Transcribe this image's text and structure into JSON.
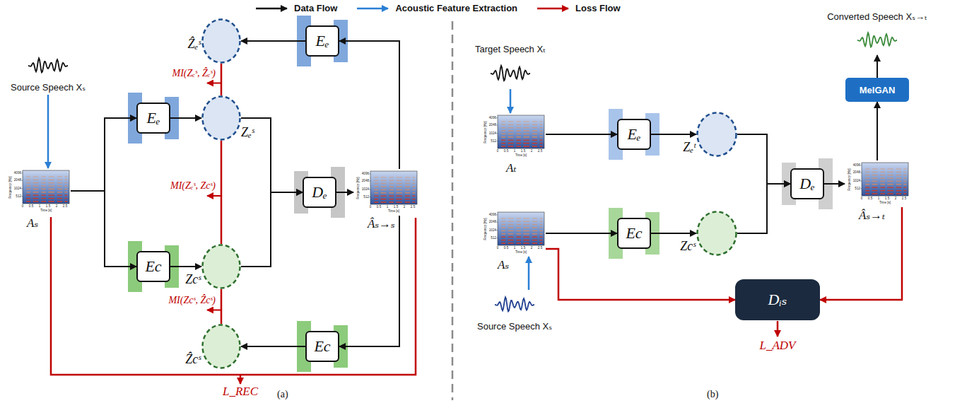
{
  "diagram": {
    "nodes": [
      {
        "text": [
          "Source Speech Xₛ"
        ]
      },
      {
        "text": [
          "Aₛ",
          "Frequency [Hz]",
          "Time [s]",
          "4096",
          "2048",
          "1024",
          "512",
          "0",
          "0.5",
          "1",
          "1.5",
          "2",
          "2.5"
        ]
      },
      {
        "text": [
          "Ẑₑˢ"
        ]
      },
      {
        "text": [
          "Eₑ"
        ]
      },
      {
        "text": [
          "Eₑ"
        ]
      },
      {
        "text": [
          "Zₑˢ"
        ]
      },
      {
        "text": [
          "Dₑ"
        ]
      },
      {
        "text": [
          "Âₛ→ₛ",
          "Frequency [Hz]",
          "Time [s]",
          "4096",
          "2048",
          "1024",
          "512",
          "0",
          "0.5",
          "1",
          "1.5",
          "2",
          "2.5"
        ]
      },
      {
        "text": [
          "Ec"
        ]
      },
      {
        "text": [
          "Zcˢ"
        ]
      },
      {
        "text": [
          "Ẑcˢ"
        ]
      },
      {
        "text": [
          "Ec"
        ]
      },
      {
        "text": [
          "Target Speech Xₜ"
        ]
      },
      {
        "text": [
          "Aₜ",
          "Frequency [Hz]",
          "Time [s]",
          "4096",
          "2048",
          "1024",
          "512",
          "0",
          "0.5",
          "1",
          "1.5",
          "2",
          "2.5"
        ]
      },
      {
        "text": [
          "Eₑ"
        ]
      },
      {
        "text": [
          "Zₑᵗ"
        ]
      },
      {
        "text": [
          "Dₑ"
        ]
      },
      {
        "text": [
          "Âₛ→ₜ",
          "Frequency [Hz]",
          "Time [s]",
          "4096",
          "2048",
          "1024",
          "512",
          "0",
          "0.5",
          "1",
          "1.5",
          "2",
          "2.5"
        ]
      },
      {
        "text": [
          "MelGAN"
        ]
      },
      {
        "text": [
          "Converted Speech Xₛ→ₜ"
        ]
      },
      {
        "text": [
          "Aₛ",
          "Frequency [Hz]",
          "Time [s]",
          "4096",
          "2048",
          "1024",
          "512",
          "0",
          "0.5",
          "1",
          "1.5",
          "2",
          "2.5"
        ]
      },
      {
        "text": [
          "Ec"
        ]
      },
      {
        "text": [
          "Zcˢ"
        ]
      },
      {
        "text": [
          "Source Speech Xₛ"
        ]
      },
      {
        "text": [
          "Dᵢₛ"
        ]
      }
    ],
    "edges": [
      {
        "from": 0,
        "to": 1,
        "arrow": "to"
      },
      {
        "from": 1,
        "to": 4,
        "arrow": "to"
      },
      {
        "from": 1,
        "to": 8,
        "arrow": "to"
      },
      {
        "from": 4,
        "to": 5,
        "arrow": "to"
      },
      {
        "from": 8,
        "to": 9,
        "arrow": "to"
      },
      {
        "from": 5,
        "to": 6,
        "arrow": "to"
      },
      {
        "from": 9,
        "to": 6,
        "arrow": "to"
      },
      {
        "from": 6,
        "to": 7,
        "arrow": "to"
      },
      {
        "from": 7,
        "to": 3,
        "arrow": "to"
      },
      {
        "from": 3,
        "to": 2,
        "arrow": "to"
      },
      {
        "from": 7,
        "to": 11,
        "arrow": "to"
      },
      {
        "from": 11,
        "to": 10,
        "arrow": "to"
      },
      {
        "from": 2,
        "to": 5,
        "arrow": "none",
        "label": "MI(Zₑˢ, Ẑₑˢ)"
      },
      {
        "from": 5,
        "to": 9,
        "arrow": "none",
        "label": "MI(Zₑˢ, Zcˢ)"
      },
      {
        "from": 9,
        "to": 10,
        "arrow": "none",
        "label": "MI(Zcˢ, Ẑcˢ)"
      },
      {
        "from": 12,
        "to": 13,
        "arrow": "to"
      },
      {
        "from": 13,
        "to": 14,
        "arrow": "to"
      },
      {
        "from": 14,
        "to": 15,
        "arrow": "to"
      },
      {
        "from": 15,
        "to": 16,
        "arrow": "to"
      },
      {
        "from": 22,
        "to": 16,
        "arrow": "to"
      },
      {
        "from": 16,
        "to": 17,
        "arrow": "to"
      },
      {
        "from": 17,
        "to": 18,
        "arrow": "to"
      },
      {
        "from": 18,
        "to": 19,
        "arrow": "to"
      },
      {
        "from": 23,
        "to": 20,
        "arrow": "to"
      },
      {
        "from": 20,
        "to": 21,
        "arrow": "to"
      },
      {
        "from": 21,
        "to": 22,
        "arrow": "to"
      },
      {
        "from": 20,
        "to": 24,
        "arrow": "to"
      },
      {
        "from": 17,
        "to": 24,
        "arrow": "to"
      }
    ],
    "labels": [
      "(a)",
      "(b)",
      "L_REC",
      "L_ADV"
    ],
    "legend": [
      {
        "text": "Data Flow"
      },
      {
        "text": "Acoustic Feature Extraction"
      },
      {
        "text": "Loss Flow"
      }
    ]
  }
}
